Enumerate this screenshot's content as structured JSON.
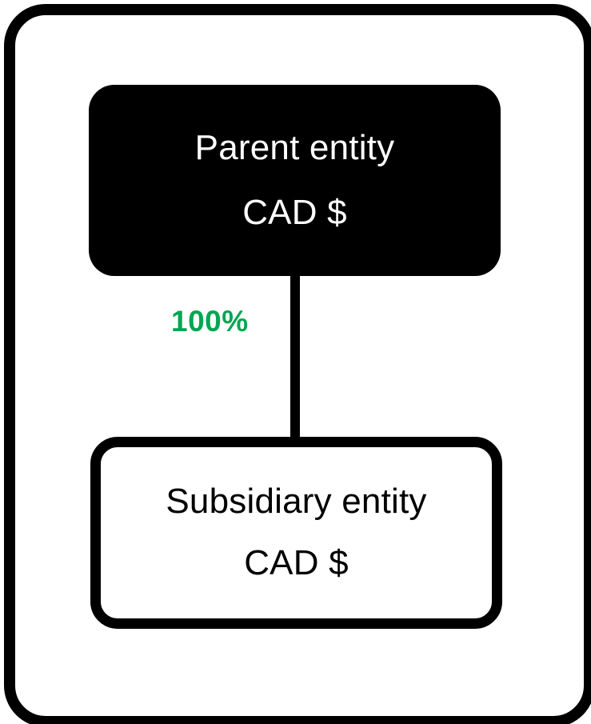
{
  "diagram": {
    "type": "organizational-hierarchy",
    "frame": {
      "border_color": "#000000",
      "background_color": "#ffffff"
    },
    "nodes": [
      {
        "id": "parent",
        "name_label": "Parent entity",
        "currency_label": "CAD $",
        "fill_color": "#000000",
        "text_color": "#ffffff"
      },
      {
        "id": "subsidiary",
        "name_label": "Subsidiary entity",
        "currency_label": "CAD $",
        "fill_color": "#ffffff",
        "text_color": "#000000"
      }
    ],
    "edges": [
      {
        "id": "parent-to-subsidiary",
        "from": "parent",
        "to": "subsidiary",
        "label": "100%",
        "label_color": "#00a651",
        "line_color": "#000000"
      }
    ]
  }
}
